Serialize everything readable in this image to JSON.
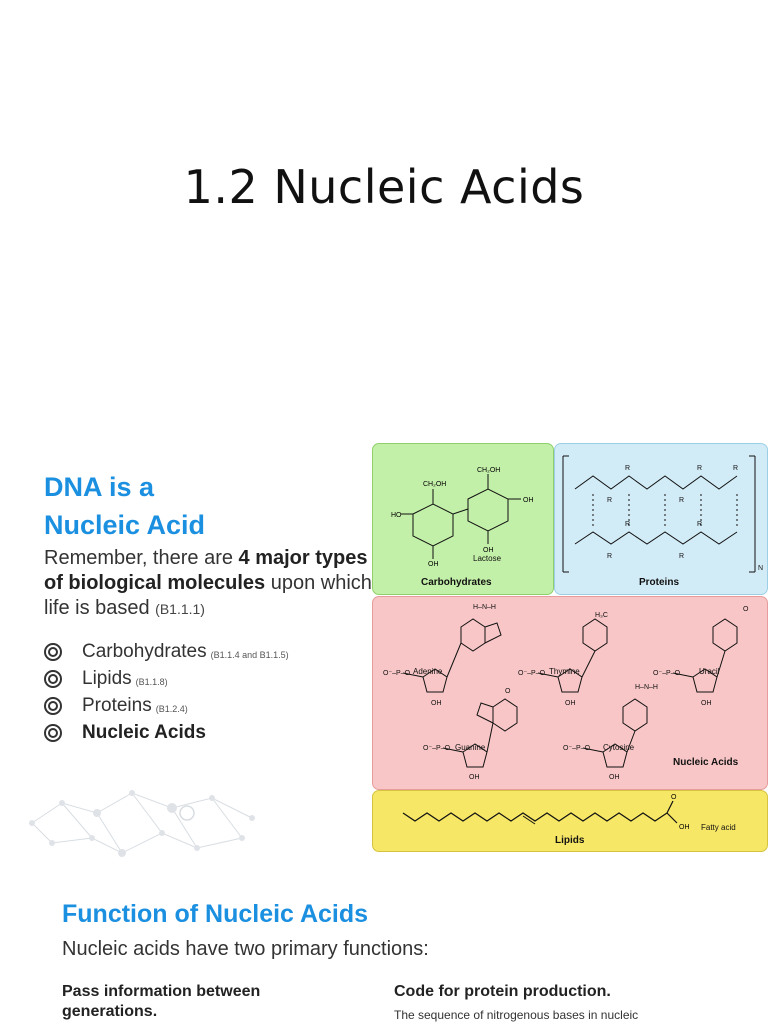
{
  "page": {
    "title": "1.2 Nucleic Acids"
  },
  "slide1": {
    "heading_line1": "DNA is a",
    "heading_line2": "Nucleic Acid",
    "intro_part1": "Remember, there are ",
    "intro_bold": "4 major types of biological molecules",
    "intro_part2": " upon which life is based ",
    "intro_ref": "(B1.1.1)",
    "list": [
      {
        "label": "Carbohydrates",
        "ref": "(B1.1.4 and B1.1.5)"
      },
      {
        "label": "Lipids",
        "ref": "(B1.1.8)"
      },
      {
        "label": "Proteins",
        "ref": "(B1.2.4)"
      },
      {
        "label": "Nucleic Acids",
        "ref": ""
      }
    ],
    "figure": {
      "carbohydrates_label": "Carbohydrates",
      "lactose_label": "Lactose",
      "proteins_label": "Proteins",
      "nucleic_acids_label": "Nucleic Acids",
      "lipids_label": "Lipids",
      "fatty_acid_label": "Fatty acid",
      "bases": [
        "Adenine",
        "Thymine",
        "Uracil",
        "Guanine",
        "Cytosine"
      ]
    }
  },
  "slide2": {
    "heading": "Function of Nucleic Acids",
    "intro": "Nucleic acids have two primary functions:",
    "col1_heading": "Pass information between generations.",
    "col2_heading": "Code for protein production.",
    "col2_text": "The sequence of nitrogenous bases in nucleic"
  }
}
